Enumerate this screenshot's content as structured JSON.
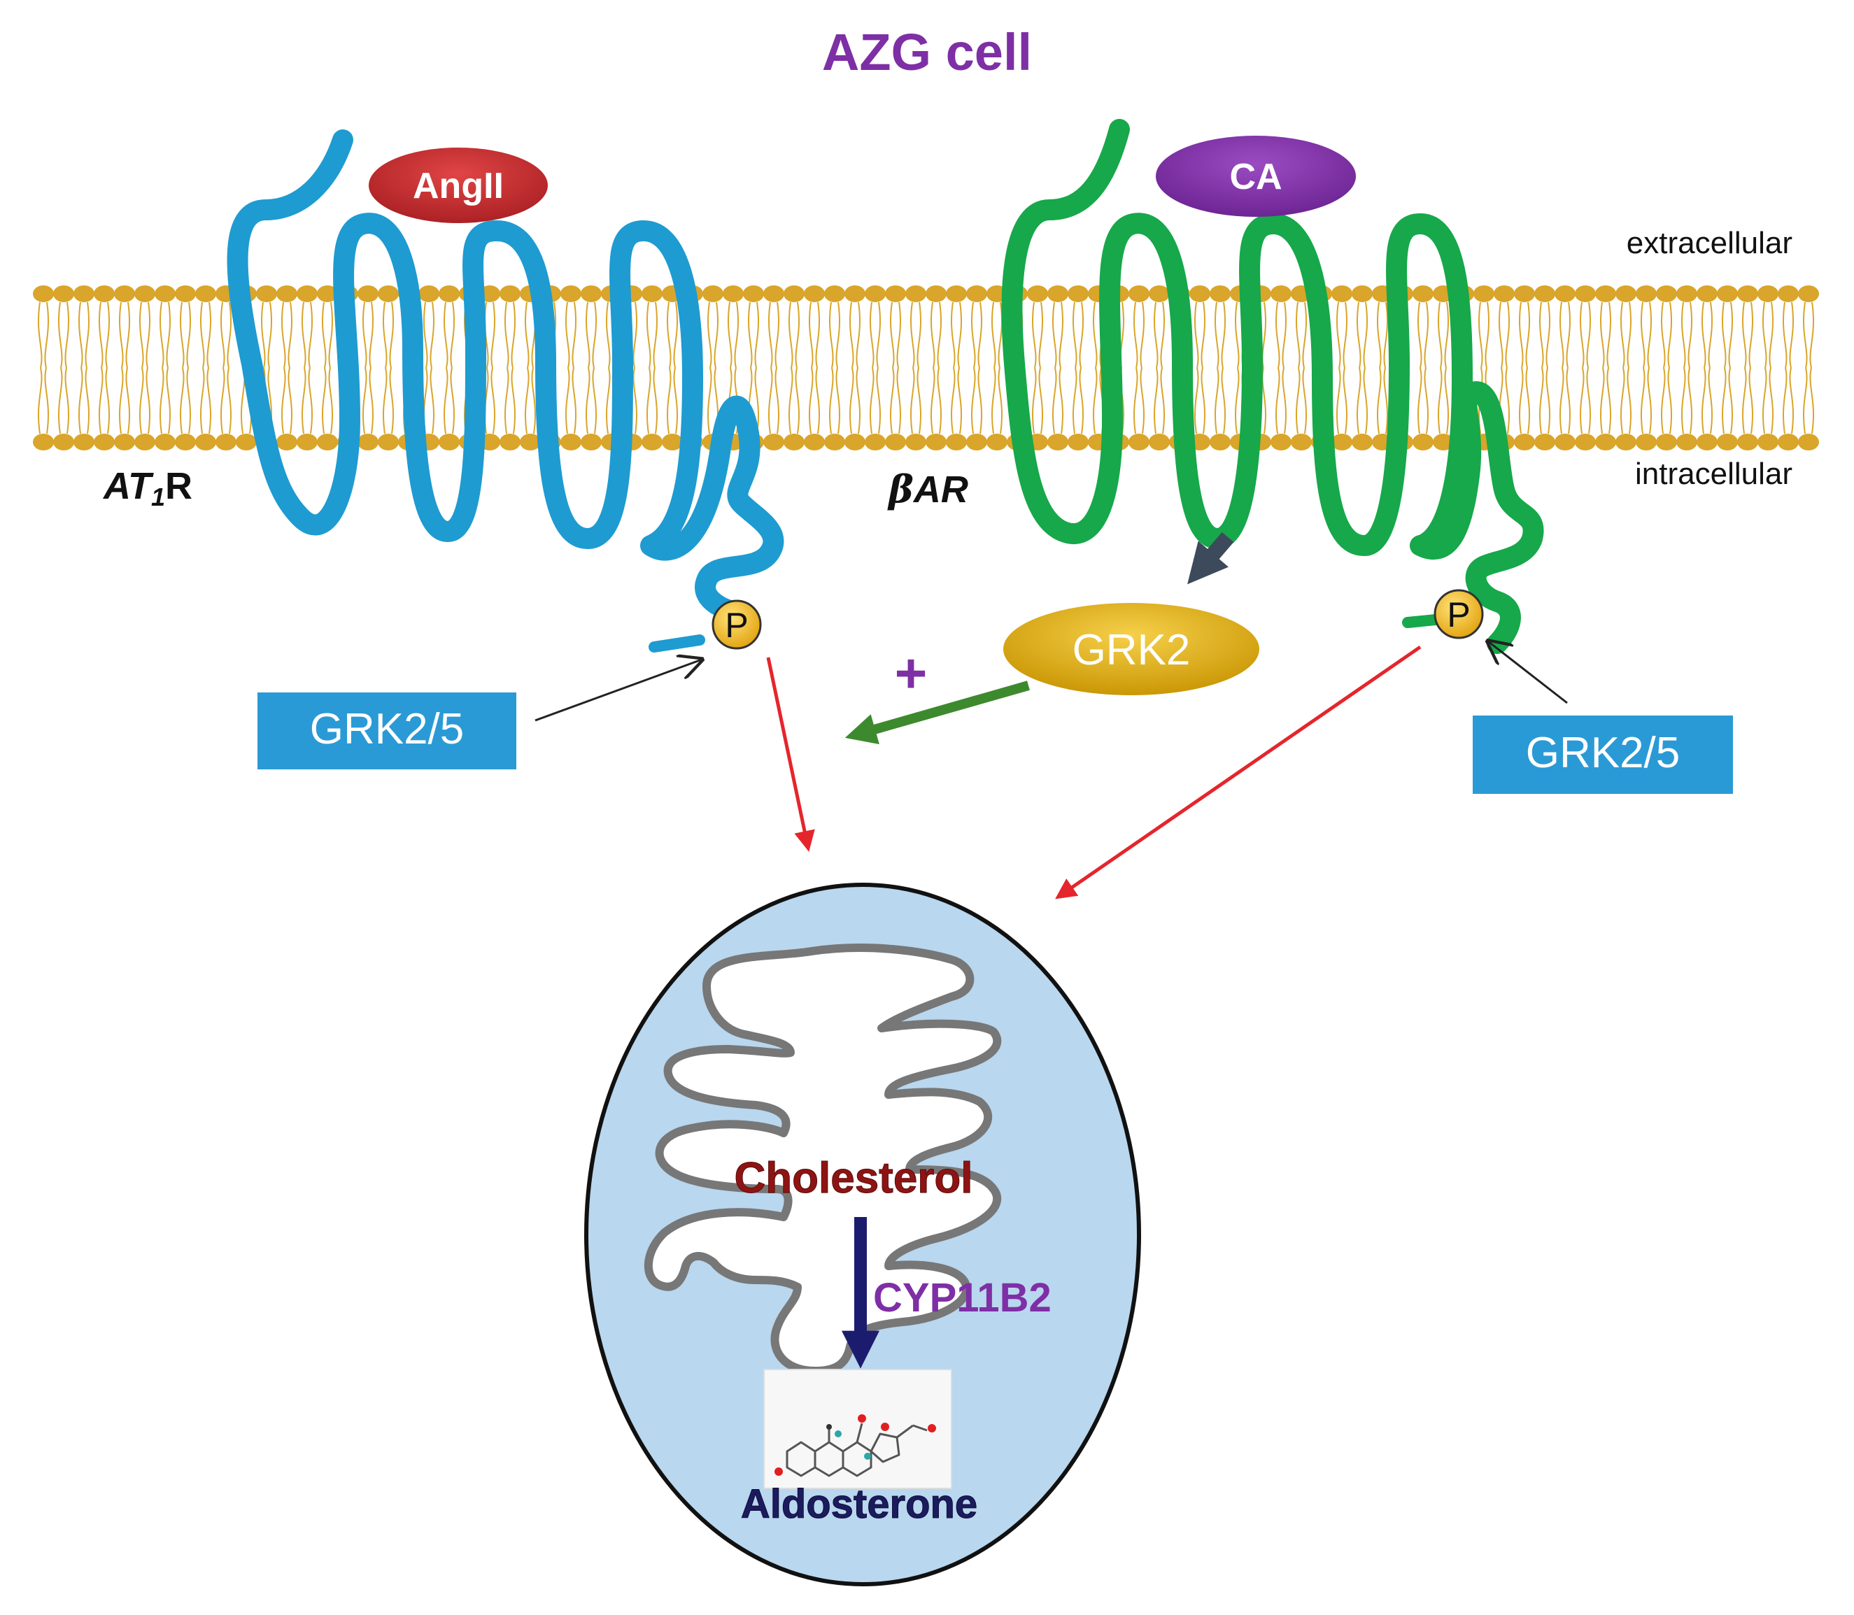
{
  "title": "AZG cell",
  "membrane": {
    "extracellular_label": "extracellular",
    "intracellular_label": "intracellular"
  },
  "receptors": {
    "at1r": {
      "label_main": "AT",
      "label_sub": "1",
      "label_tail": "R",
      "color": "#1E9BD1"
    },
    "bar": {
      "label_greek": "β",
      "label_tail": "AR",
      "color": "#16A84A"
    }
  },
  "ligands": {
    "angii": {
      "label": "AngII",
      "color": "#C0282D"
    },
    "ca": {
      "label": "CA",
      "color": "#7E2FA5"
    }
  },
  "phospho": {
    "left_label": "P",
    "right_label": "P",
    "color": "#F2B418"
  },
  "kinases": {
    "grk2": {
      "label": "GRK2",
      "color": "#D9A706"
    },
    "grk25_left": {
      "label": "GRK2/5",
      "color": "#2A9AD6"
    },
    "grk25_right": {
      "label": "GRK2/5",
      "color": "#2A9AD6"
    }
  },
  "plus_sign": "+",
  "mitochondrion": {
    "substrate": "Cholesterol",
    "enzyme": "CYP11B2",
    "product": "Aldosterone",
    "fill": "#B9D7EE"
  },
  "colors": {
    "title": "#7E2FA5",
    "lipid": "#D9A52A",
    "red_arrow": "#E4262C",
    "green_arrow": "#3D8A2E",
    "slate_arrow": "#3C4A5C",
    "enzyme_arrow": "#1C1C6E",
    "cholesterol": "#8E1414",
    "aldosterone": "#1B1B5E"
  }
}
